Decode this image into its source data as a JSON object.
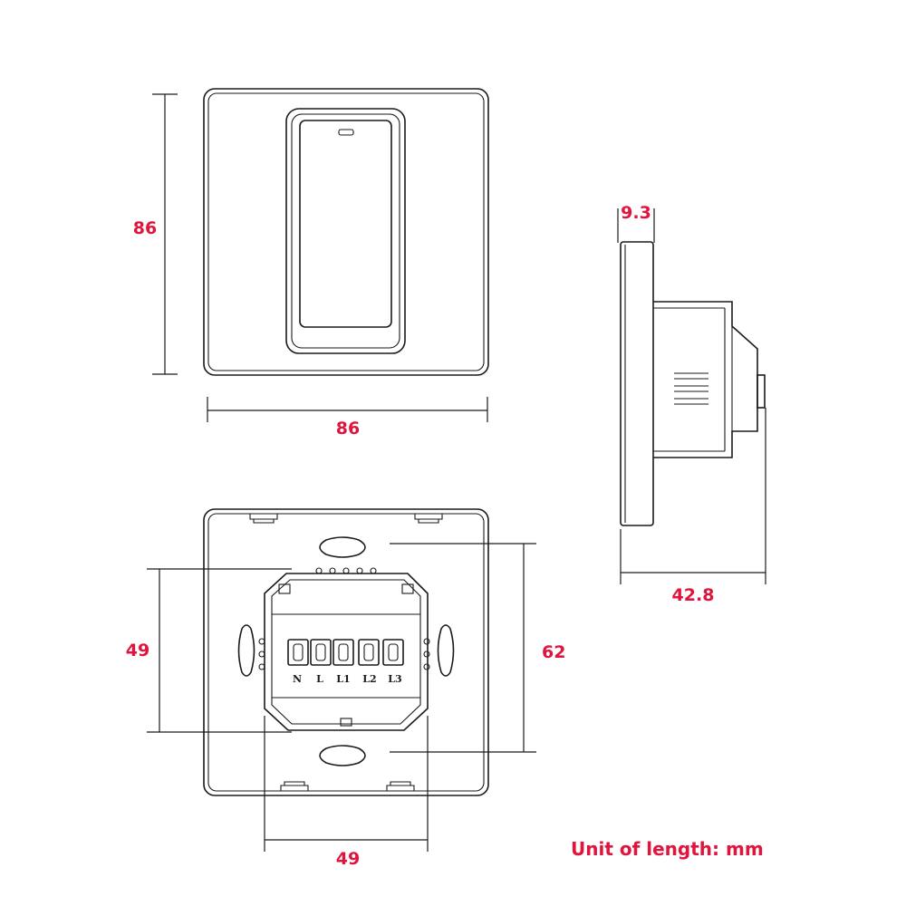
{
  "dimensions": {
    "front_height": "86",
    "front_width": "86",
    "side_plate_thickness": "9.3",
    "side_depth": "42.8",
    "back_box_height": "49",
    "back_box_width": "49",
    "back_mount_spacing": "62"
  },
  "terminals": [
    "N",
    "L",
    "L1",
    "L2",
    "L3"
  ],
  "unit_note": "Unit of length: mm",
  "colors": {
    "dimension_text": "#e0143c",
    "line": "#1a1a1a"
  }
}
